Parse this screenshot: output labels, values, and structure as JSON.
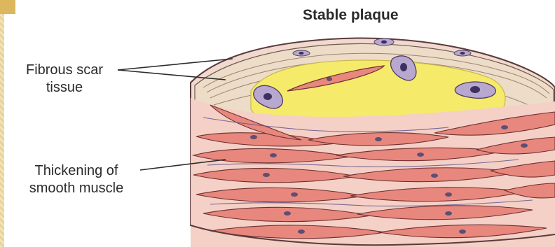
{
  "title": "Stable plaque",
  "labels": {
    "fibrous_scar_tissue": {
      "line1": "Fibrous scar",
      "line2": "tissue"
    },
    "smooth_muscle": {
      "line1": "Thickening of",
      "line2": "smooth muscle"
    }
  },
  "colors": {
    "lipid_core": "#f6ea6b",
    "muscle": "#e8877d",
    "nucleus": "#5b4f73",
    "fibrous": "#eddcc7",
    "cell_body": "#b8a7cf",
    "accent_tab": "#dcb75e"
  }
}
